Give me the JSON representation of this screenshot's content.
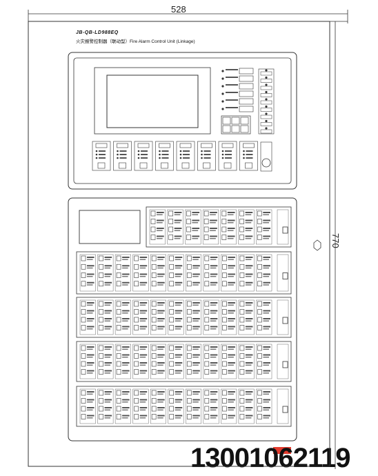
{
  "dimensions": {
    "width_label": "528",
    "height_label": "770"
  },
  "panel": {
    "model": "JB-QB-LD988EQ",
    "subtitle": "火灾报警控制器（联动型）Fire Alarm Control Unit (Linkage)"
  },
  "control_section": {
    "zone_module_count": 8,
    "status_led_count": 6
  },
  "linkage_section": {
    "rows": [
      {
        "columns": 7
      },
      {
        "columns": 11
      },
      {
        "columns": 11
      },
      {
        "columns": 11
      },
      {
        "columns": 11
      }
    ]
  },
  "watermark": {
    "badge_color": "#e23b2e"
  },
  "phone": "13001062119"
}
